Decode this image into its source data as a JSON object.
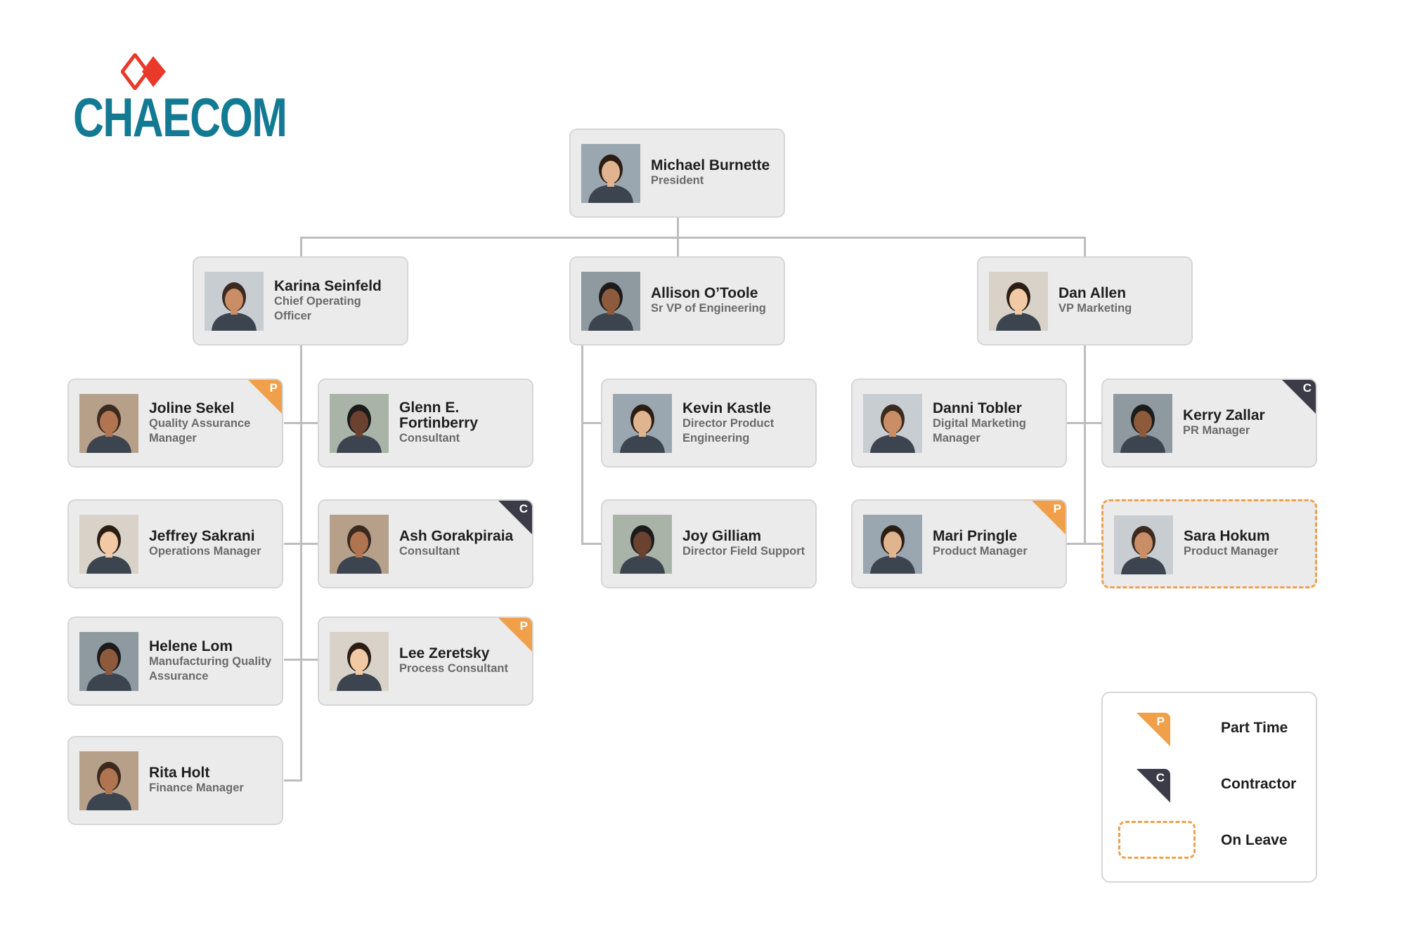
{
  "brand": {
    "name": "CHAECOM",
    "colors": {
      "primary": "#137a93",
      "accent": "#e8392a"
    }
  },
  "colors": {
    "part_time": "#f0a04b",
    "contractor": "#3b3c48",
    "on_leave": "#f0a04b",
    "card_bg": "#ebebeb",
    "line": "#bdbdbd"
  },
  "people": [
    {
      "id": "michael",
      "name": "Michael Burnette",
      "title": "President",
      "status": "full"
    },
    {
      "id": "karina",
      "name": "Karina Seinfeld",
      "title": "Chief Operating Officer",
      "status": "full"
    },
    {
      "id": "allison",
      "name": "Allison O’Toole",
      "title": "Sr VP of Engineering",
      "status": "full"
    },
    {
      "id": "dan",
      "name": "Dan Allen",
      "title": "VP Marketing",
      "status": "full"
    },
    {
      "id": "joline",
      "name": "Joline Sekel",
      "title": "Quality Assurance Manager",
      "status": "part_time",
      "badge": "P"
    },
    {
      "id": "glenn",
      "name": "Glenn E. Fortinberry",
      "title": "Consultant",
      "status": "full"
    },
    {
      "id": "kevin",
      "name": "Kevin Kastle",
      "title": "Director Product Engineering",
      "status": "full"
    },
    {
      "id": "danni",
      "name": "Danni Tobler",
      "title": "Digital Marketing Manager",
      "status": "full"
    },
    {
      "id": "kerry",
      "name": "Kerry Zallar",
      "title": "PR Manager",
      "status": "contractor",
      "badge": "C"
    },
    {
      "id": "jeffrey",
      "name": "Jeffrey Sakrani",
      "title": "Operations Manager",
      "status": "full"
    },
    {
      "id": "ash",
      "name": "Ash Gorakpiraia",
      "title": "Consultant",
      "status": "contractor",
      "badge": "C"
    },
    {
      "id": "joy",
      "name": "Joy Gilliam",
      "title": "Director Field Support",
      "status": "full"
    },
    {
      "id": "mari",
      "name": "Mari Pringle",
      "title": "Product Manager",
      "status": "part_time",
      "badge": "P"
    },
    {
      "id": "sara",
      "name": "Sara Hokum",
      "title": "Product Manager",
      "status": "on_leave"
    },
    {
      "id": "helene",
      "name": "Helene Lom",
      "title": "Manufacturing Quality Assurance",
      "status": "full"
    },
    {
      "id": "lee",
      "name": "Lee Zeretsky",
      "title": "Process Consultant",
      "status": "part_time",
      "badge": "P"
    },
    {
      "id": "rita",
      "name": "Rita Holt",
      "title": "Finance Manager",
      "status": "full"
    }
  ],
  "legend": {
    "items": [
      {
        "icon": "part-time-badge",
        "badge": "P",
        "label": "Part Time"
      },
      {
        "icon": "contractor-badge",
        "badge": "C",
        "label": "Contractor"
      },
      {
        "icon": "on-leave-border",
        "label": "On Leave"
      }
    ]
  }
}
